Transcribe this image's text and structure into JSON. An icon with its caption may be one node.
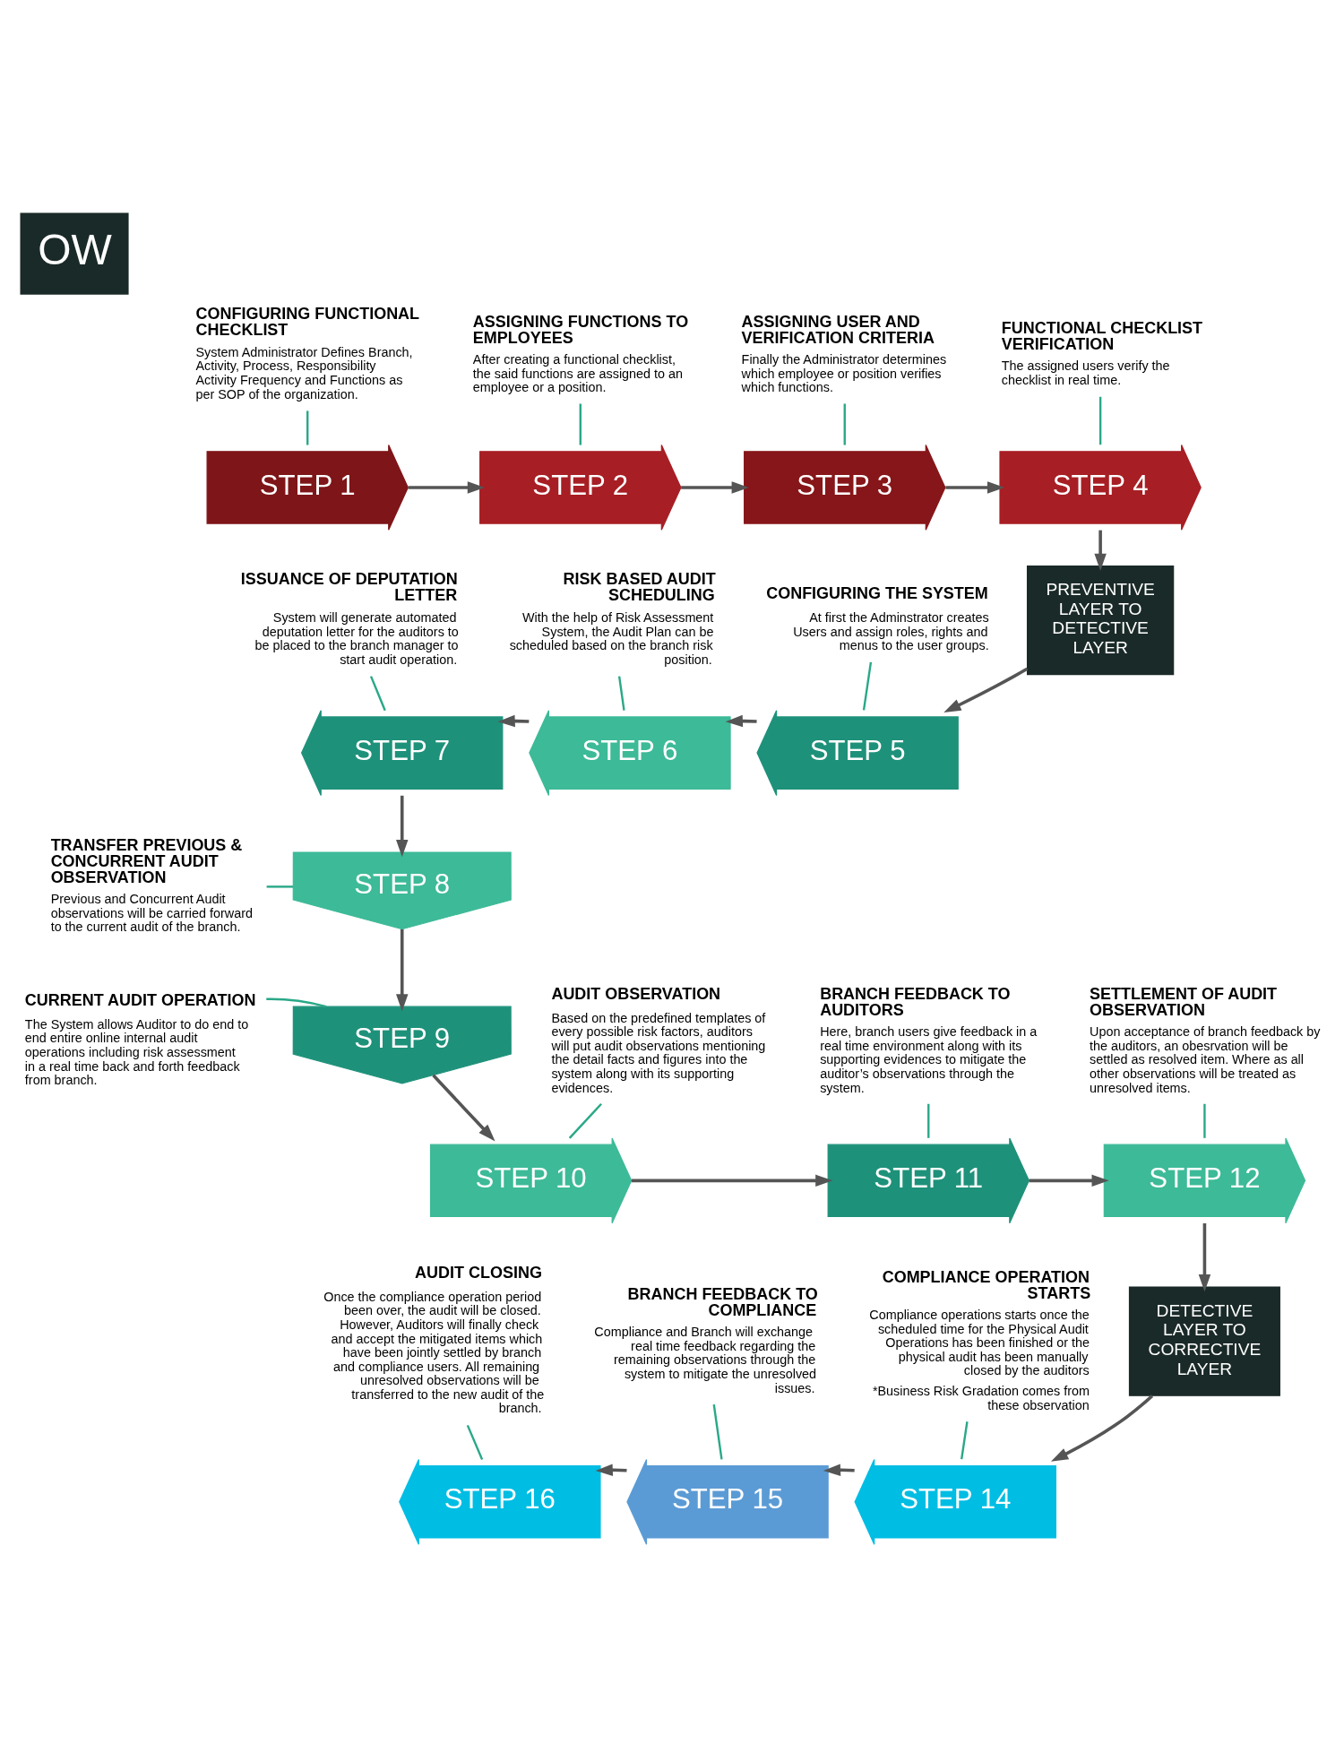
{
  "diagram": {
    "title": "OW",
    "nodes": [
      {
        "text": [
          "STEP 1"
        ]
      },
      {
        "text": [
          "STEP 2"
        ]
      },
      {
        "text": [
          "STEP 3"
        ]
      },
      {
        "text": [
          "STEP 4"
        ]
      },
      {
        "text": [
          "PREVENTIVE LAYER TO DETECTIVE LAYER"
        ]
      },
      {
        "text": [
          "STEP 5"
        ]
      },
      {
        "text": [
          "STEP 6"
        ]
      },
      {
        "text": [
          "STEP 7"
        ]
      },
      {
        "text": [
          "STEP 8"
        ]
      },
      {
        "text": [
          "STEP 9"
        ]
      },
      {
        "text": [
          "STEP 10"
        ]
      },
      {
        "text": [
          "STEP 11"
        ]
      },
      {
        "text": [
          "STEP 12"
        ]
      },
      {
        "text": [
          "DETECTIVE LAYER TO CORRECTIVE LAYER"
        ]
      },
      {
        "text": [
          "STEP 14"
        ]
      },
      {
        "text": [
          "STEP 15"
        ]
      },
      {
        "text": [
          "STEP 16"
        ]
      },
      {
        "text": [
          "CONFIGURING FUNCTIONAL CHECKLIST",
          "System Administrator Defines Branch, Activity, Process, Responsibility Activity Frequency and Functions as per SOP of the organization."
        ]
      },
      {
        "text": [
          "ASSIGNING FUNCTIONS TO EMPLOYEES",
          "After creating a functional checklist, the said functions are assigned to an employee or a position."
        ]
      },
      {
        "text": [
          "ASSIGNING USER AND VERIFICATION CRITERIA",
          "Finally the Administrator determines which employee or position verifies which functions."
        ]
      },
      {
        "text": [
          "FUNCTIONAL CHECKLIST VERIFICATION",
          "The assigned users verify the checklist in real time."
        ]
      },
      {
        "text": [
          "CONFIGURING THE SYSTEM",
          "At first the Adminstrator creates Users and assign roles, rights and menus to the user groups."
        ]
      },
      {
        "text": [
          "RISK BASED AUDIT SCHEDULING",
          "With the help of Risk Assessment System, the Audit Plan can be scheduled based on the branch risk position."
        ]
      },
      {
        "text": [
          "ISSUANCE OF DEPUTATION LETTER",
          "System will generate automated deputation letter for the auditors to be placed to the branch manager to start audit operation."
        ]
      },
      {
        "text": [
          "TRANSFER PREVIOUS & CONCURRENT AUDIT OBSERVATION",
          "Previous and Concurrent Audit observations will be carried forward to the current audit of the branch."
        ]
      },
      {
        "text": [
          "CURRENT AUDIT OPERATION",
          "The System allows Auditor to do end to end entire online internal audit operations including risk assessment in a real time back and forth feedback from branch."
        ]
      },
      {
        "text": [
          "AUDIT OBSERVATION",
          "Based on the predefined templates of every possible risk factors, auditors will put audit observations mentioning the detail facts and figures into the system along with its supporting evidences."
        ]
      },
      {
        "text": [
          "BRANCH FEEDBACK TO AUDITORS",
          "Here, branch users give feedback in a real time environment along with its supporting evidences to mitigate the auditor’s observations through the system."
        ]
      },
      {
        "text": [
          "SETTLEMENT OF AUDIT OBSERVATION",
          "Upon acceptance of branch feedback by the auditors, an obesrvation will be settled as resolved item. Where as all other observations will be treated as unresolved items."
        ]
      },
      {
        "text": [
          "COMPLIANCE OPERATION STARTS",
          "Compliance operations starts once the scheduled time for the Physical Audit Operations has been finished or the physical audit has been manually closed by the auditors",
          "*Business Risk Gradation comes from these observation"
        ]
      },
      {
        "text": [
          "BRANCH FEEDBACK TO COMPLIANCE",
          "Compliance and Branch will exchange real time feedback regarding the remaining observations through the system to mitigate the unresolved issues."
        ]
      },
      {
        "text": [
          "AUDIT CLOSING",
          "Once the compliance operation period been over, the audit will be closed.  However, Auditors will finally check and accept the mitigated items which have been jointly settled by branch and compliance users. All remaining unresolved observations will be transferred to the new audit of the branch."
        ]
      }
    ],
    "edges": [
      {
        "from": 0,
        "to": 1,
        "arrow": "to"
      },
      {
        "from": 1,
        "to": 2,
        "arrow": "to"
      },
      {
        "from": 2,
        "to": 3,
        "arrow": "to"
      },
      {
        "from": 3,
        "to": 4,
        "arrow": "to"
      },
      {
        "from": 4,
        "to": 5,
        "arrow": "to"
      },
      {
        "from": 5,
        "to": 6,
        "arrow": "to"
      },
      {
        "from": 6,
        "to": 7,
        "arrow": "to"
      },
      {
        "from": 7,
        "to": 8,
        "arrow": "to"
      },
      {
        "from": 8,
        "to": 9,
        "arrow": "to"
      },
      {
        "from": 9,
        "to": 10,
        "arrow": "to"
      },
      {
        "from": 10,
        "to": 11,
        "arrow": "to"
      },
      {
        "from": 11,
        "to": 12,
        "arrow": "to"
      },
      {
        "from": 12,
        "to": 13,
        "arrow": "to"
      },
      {
        "from": 13,
        "to": 14,
        "arrow": "to"
      },
      {
        "from": 14,
        "to": 15,
        "arrow": "to"
      },
      {
        "from": 15,
        "to": 16,
        "arrow": "to"
      },
      {
        "from": 17,
        "to": 0,
        "arrow": "none",
        "color": "#2aa888"
      },
      {
        "from": 18,
        "to": 1,
        "arrow": "none",
        "color": "#2aa888"
      },
      {
        "from": 19,
        "to": 2,
        "arrow": "none",
        "color": "#2aa888"
      },
      {
        "from": 20,
        "to": 3,
        "arrow": "none",
        "color": "#2aa888"
      },
      {
        "from": 21,
        "to": 5,
        "arrow": "none",
        "color": "#2aa888"
      },
      {
        "from": 22,
        "to": 6,
        "arrow": "none",
        "color": "#2aa888"
      },
      {
        "from": 23,
        "to": 7,
        "arrow": "none",
        "color": "#2aa888"
      },
      {
        "from": 24,
        "to": 8,
        "arrow": "none",
        "color": "#2aa888"
      },
      {
        "from": 25,
        "to": 9,
        "arrow": "none",
        "color": "#2aa888"
      },
      {
        "from": 26,
        "to": 10,
        "arrow": "none",
        "color": "#2aa888"
      },
      {
        "from": 27,
        "to": 11,
        "arrow": "none",
        "color": "#2aa888"
      },
      {
        "from": 28,
        "to": 12,
        "arrow": "none",
        "color": "#2aa888"
      },
      {
        "from": 29,
        "to": 14,
        "arrow": "none",
        "color": "#2aa888"
      },
      {
        "from": 30,
        "to": 15,
        "arrow": "none",
        "color": "#2aa888"
      },
      {
        "from": 31,
        "to": 16,
        "arrow": "none",
        "color": "#2aa888"
      }
    ]
  }
}
